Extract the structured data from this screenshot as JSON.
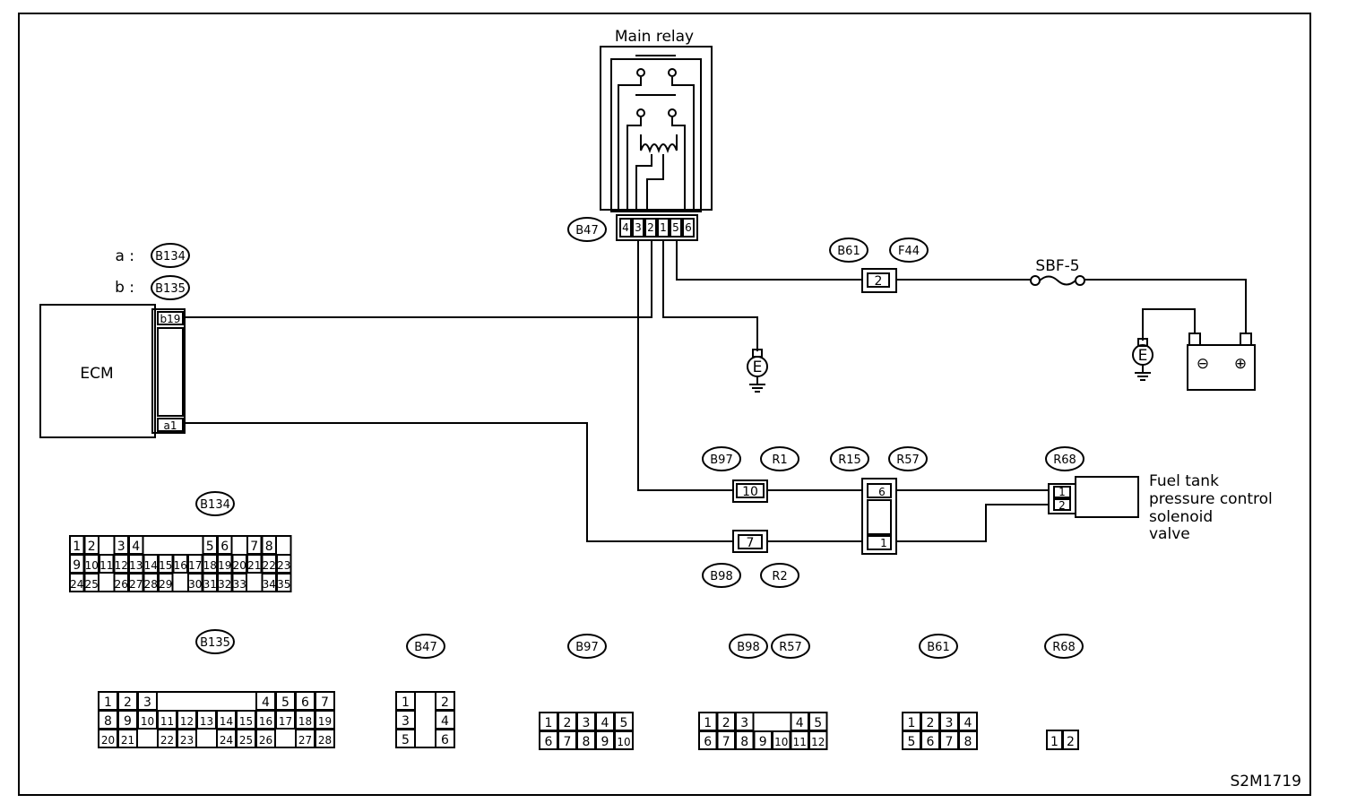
{
  "relay": {
    "title": "Main relay",
    "pins": [
      "4",
      "3",
      "2",
      "1",
      "5",
      "6"
    ]
  },
  "ecm": {
    "name": "ECM",
    "pin_top": "b19",
    "pin_bottom": "a1"
  },
  "ecm_connectors": {
    "a_prefix": "a :",
    "a_tag": "B134",
    "b_prefix": "b :",
    "b_tag": "B135"
  },
  "wiring_tags": {
    "relay_conn": "B47",
    "b61": "B61",
    "f44": "F44",
    "fuse_conn_pin": "2",
    "fuse": "SBF-5",
    "ground": "E",
    "b97": "B97",
    "r1": "R1",
    "r15": "R15",
    "r57": "R57",
    "r68": "R68",
    "b98": "B98",
    "r2": "R2",
    "conn_b97_pin": "10",
    "conn_b98_pin": "7",
    "r15_pin_top": "6",
    "r15_pin_bottom": "1",
    "r68_pin_top": "1",
    "r68_pin_bottom": "2"
  },
  "battery": {
    "minus": "⊖",
    "plus": "⊕"
  },
  "solenoid": {
    "lines": [
      "Fuel tank",
      "pressure control",
      "solenoid",
      "valve"
    ]
  },
  "connectors": [
    {
      "tag": "B134",
      "rows": [
        [
          "1",
          "2",
          "",
          "3",
          "4",
          "",
          "",
          "",
          "",
          "5",
          "6",
          "",
          "7",
          "8"
        ],
        [
          "9",
          "10",
          "11",
          "12",
          "13",
          "14",
          "15",
          "16",
          "17",
          "18",
          "19",
          "20",
          "21",
          "22",
          "23"
        ],
        [
          "24",
          "25",
          "",
          "26",
          "27",
          "28",
          "29",
          "",
          "30",
          "31",
          "32",
          "33",
          "",
          "34",
          "35"
        ]
      ]
    },
    {
      "tag": "B135",
      "rows": [
        [
          "1",
          "2",
          "3",
          "",
          "",
          "",
          "",
          "",
          "4",
          "5",
          "6",
          "7"
        ],
        [
          "8",
          "9",
          "10",
          "11",
          "12",
          "13",
          "14",
          "15",
          "16",
          "17",
          "18",
          "19"
        ],
        [
          "20",
          "21",
          "",
          "22",
          "23",
          "",
          "24",
          "25",
          "26",
          "",
          "27",
          "28"
        ]
      ]
    },
    {
      "tag": "B47",
      "rows": [
        [
          "1",
          "",
          "2"
        ],
        [
          "3",
          "",
          "4"
        ],
        [
          "5",
          "",
          "6"
        ]
      ]
    },
    {
      "tag": "B97",
      "rows": [
        [
          "1",
          "2",
          "3",
          "4",
          "5"
        ],
        [
          "6",
          "7",
          "8",
          "9",
          "10"
        ]
      ]
    },
    {
      "tag_a": "B98",
      "tag_b": "R57",
      "rows": [
        [
          "1",
          "2",
          "3",
          "",
          "",
          "4",
          "5"
        ],
        [
          "6",
          "7",
          "8",
          "9",
          "10",
          "11",
          "12"
        ]
      ]
    },
    {
      "tag": "B61",
      "rows": [
        [
          "1",
          "2",
          "3",
          "4"
        ],
        [
          "5",
          "6",
          "7",
          "8"
        ]
      ]
    },
    {
      "tag": "R68",
      "rows": [
        [
          "1",
          "2"
        ]
      ]
    }
  ],
  "figure_code": "S2M1719"
}
